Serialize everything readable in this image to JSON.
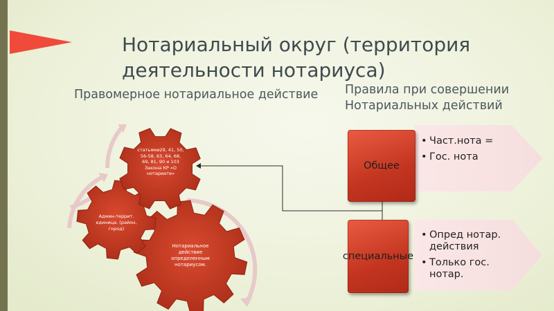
{
  "title": "Нотариальный округ (территория деятельности нотариуса)",
  "left_heading": "Правомерное нотариальное действие",
  "right_heading": "Правила при совершении Нотариальных действий",
  "gears": {
    "top": "статьями29, 41, 50, 56-58, 63, 64, 68, 69, 81, 90 и 103 Закона КР «О нотариате»",
    "middle": "Админ-террит. единица. (район, город)",
    "bottom": "Нотариальное действие определенным нотариусом."
  },
  "rules": [
    {
      "label": "Общее",
      "bullets": [
        "Част.нота =",
        "Гос. нота"
      ]
    },
    {
      "label": "специальные",
      "bullets": [
        "Опред нотар. действия",
        "Только гос. нотар."
      ]
    }
  ],
  "colors": {
    "gear": "#c03a22",
    "accent": "#ef4a3a",
    "left_bar": "#74734f",
    "chevron": "#f8e2e2"
  }
}
